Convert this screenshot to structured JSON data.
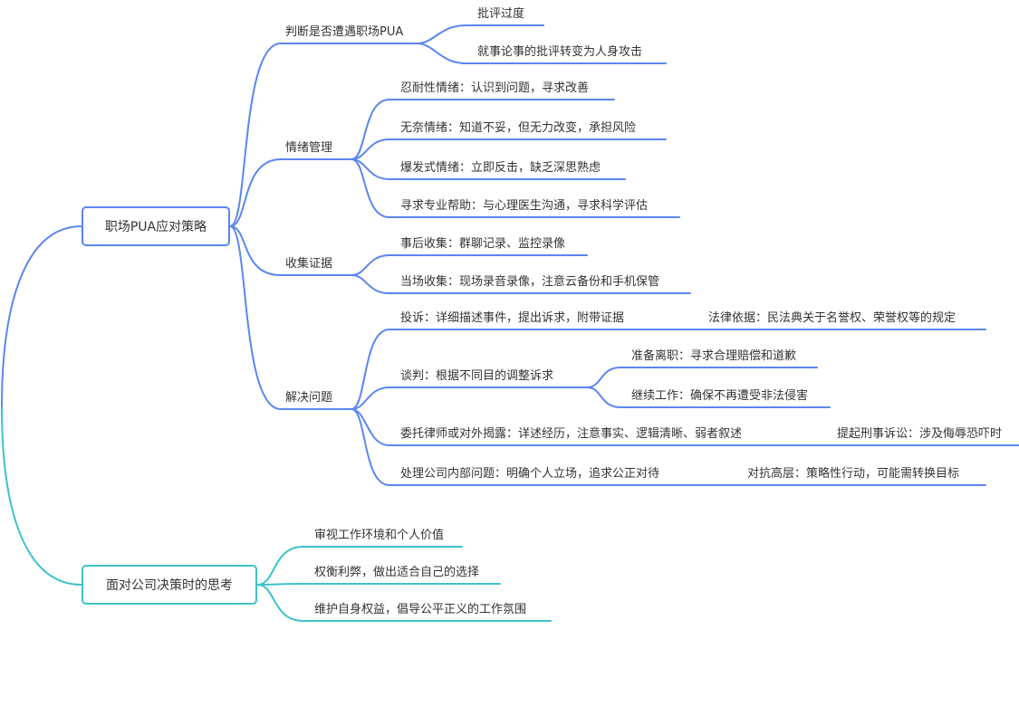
{
  "colors": {
    "blue": "#5b86f0",
    "teal": "#3ec1cc",
    "text": "#333333"
  },
  "mindmap": {
    "main_topics": [
      {
        "label": "职场PUA应对策略",
        "branches": [
          {
            "label": "判断是否遭遇职场PUA",
            "items": [
              {
                "label": "批评过度"
              },
              {
                "label": "就事论事的批评转变为人身攻击"
              }
            ]
          },
          {
            "label": "情绪管理",
            "items": [
              {
                "label": "忍耐性情绪：认识到问题，寻求改善"
              },
              {
                "label": "无奈情绪：知道不妥，但无力改变，承担风险"
              },
              {
                "label": "爆发式情绪：立即反击，缺乏深思熟虑"
              },
              {
                "label": "寻求专业帮助：与心理医生沟通，寻求科学评估"
              }
            ]
          },
          {
            "label": "收集证据",
            "items": [
              {
                "label": "事后收集：群聊记录、监控录像"
              },
              {
                "label": "当场收集：现场录音录像，注意云备份和手机保管"
              }
            ]
          },
          {
            "label": "解决问题",
            "items": [
              {
                "label": "投诉：详细描述事件，提出诉求，附带证据",
                "child": "法律依据：民法典关于名誉权、荣誉权等的规定"
              },
              {
                "label": "谈判：根据不同目的调整诉求",
                "children": [
                  "准备离职：寻求合理赔偿和道歉",
                  "继续工作：确保不再遭受非法侵害"
                ]
              },
              {
                "label": "委托律师或对外揭露：详述经历，注意事实、逻辑清晰、弱者叙述",
                "child": "提起刑事诉讼：涉及侮辱恐吓时"
              },
              {
                "label": "处理公司内部问题：明确个人立场，追求公正对待",
                "child": "对抗高层：策略性行动，可能需转换目标"
              }
            ]
          }
        ]
      },
      {
        "label": "面对公司决策时的思考",
        "items": [
          {
            "label": "审视工作环境和个人价值"
          },
          {
            "label": "权衡利弊，做出适合自己的选择"
          },
          {
            "label": "维护自身权益，倡导公平正义的工作氛围"
          }
        ]
      }
    ]
  }
}
